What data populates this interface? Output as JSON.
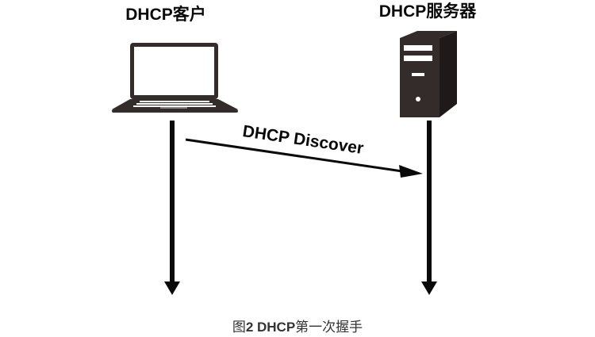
{
  "client": {
    "label": "DHCP客户",
    "icon": "laptop-icon"
  },
  "server": {
    "label": "DHCP服务器",
    "icon": "server-tower-icon"
  },
  "message": {
    "label": "DHCP Discover",
    "direction": "client-to-server"
  },
  "caption": {
    "prefix": "图",
    "number": "2 DHCP",
    "suffix": "第一次握手"
  },
  "colors": {
    "stroke": "#0a0a0a",
    "device_dark": "#332c2a",
    "device_light": "#ffffff",
    "caption": "#333333"
  }
}
